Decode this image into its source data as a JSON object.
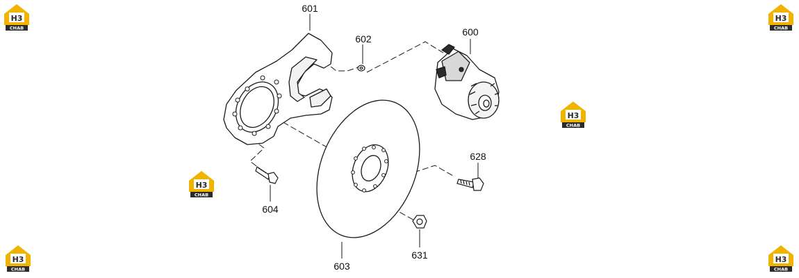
{
  "parts": [
    {
      "id": "p600",
      "label": "600"
    },
    {
      "id": "p601",
      "label": "601"
    },
    {
      "id": "p602",
      "label": "602"
    },
    {
      "id": "p603",
      "label": "603"
    },
    {
      "id": "p604",
      "label": "604"
    },
    {
      "id": "p628",
      "label": "628"
    },
    {
      "id": "p631",
      "label": "631"
    }
  ],
  "watermark": {
    "main": "H3",
    "sub": "CHAB"
  },
  "colors": {
    "line": "#1a1a1a",
    "logo_yellow": "#f0b400",
    "logo_dark": "#2b2b2b"
  }
}
